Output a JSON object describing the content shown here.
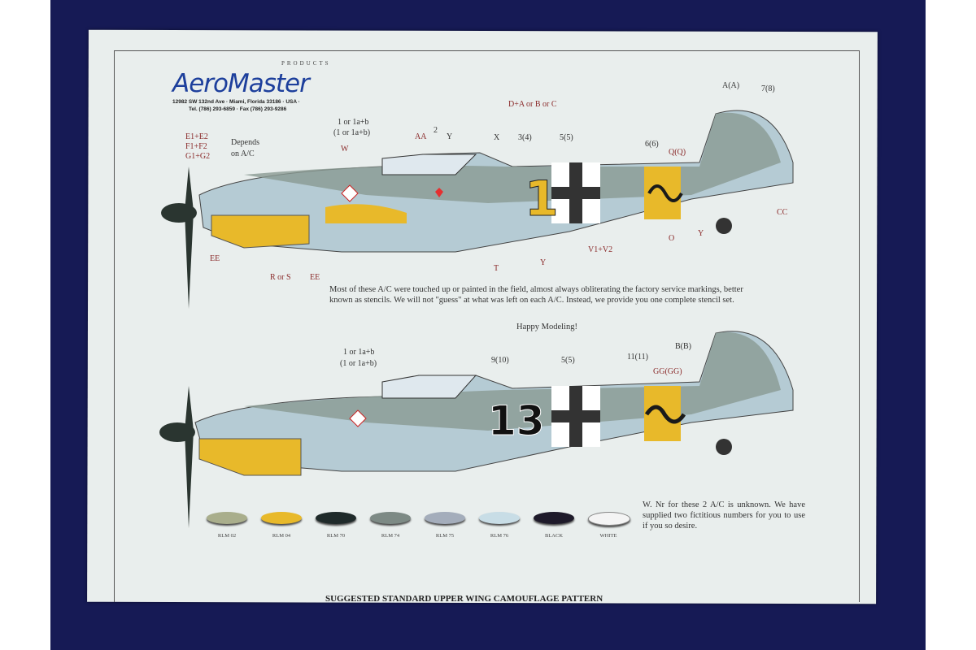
{
  "brand": {
    "name": "AeroMaster",
    "products": "PRODUCTS",
    "address": "12982 SW 132nd Ave  ·  Miami, Florida  33186  ·  USA ·",
    "phone": "Tel. (786) 293-6859  ·  Fax (786) 293-9286"
  },
  "upper_plane": {
    "labels": [
      "A(A)",
      "7(8)",
      "D+A or B or C",
      "1 or 1a+b",
      "(1 or 1a+b)",
      "AA",
      "2",
      "Y",
      "X",
      "3(4)",
      "5(5)",
      "6(6)",
      "Q(Q)",
      "E1+E2",
      "F1+F2",
      "G1+G2",
      "Depends",
      "on A/C",
      "W",
      "CC",
      "O",
      "Y",
      "V1+V2",
      "Y",
      "T",
      "EE",
      "R or S",
      "EE"
    ],
    "number": "1"
  },
  "lower_plane": {
    "labels": [
      "1 or 1a+b",
      "(1 or 1a+b)",
      "9(10)",
      "5(5)",
      "11(11)",
      "B(B)",
      "GG(GG)"
    ],
    "number": "13"
  },
  "notes": {
    "stencils": "Most of these A/C were touched up or painted in the field, almost always obliterating the factory service markings, better known as stencils. We will not \"guess\" at what was left on each A/C. Instead, we provide you one complete stencil set.",
    "happy": "Happy Modeling!",
    "wnr": "W. Nr for these 2 A/C is unknown. We have supplied two fictitious numbers for you to use if you so desire."
  },
  "swatches": [
    {
      "label": "RLM 02",
      "color": "#a9ae8c"
    },
    {
      "label": "RLM 04",
      "color": "#e8b92a"
    },
    {
      "label": "RLM 70",
      "color": "#1f2a2a"
    },
    {
      "label": "RLM 74",
      "color": "#7d8a85"
    },
    {
      "label": "RLM 75",
      "color": "#a4adbb"
    },
    {
      "label": "RLM 76",
      "color": "#c8dde6"
    },
    {
      "label": "BLACK",
      "color": "#1e1a2a"
    },
    {
      "label": "WHITE",
      "color": "#f4f4f4"
    }
  ],
  "footer": "SUGGESTED STANDARD UPPER WING CAMOUFLAGE PATTERN"
}
